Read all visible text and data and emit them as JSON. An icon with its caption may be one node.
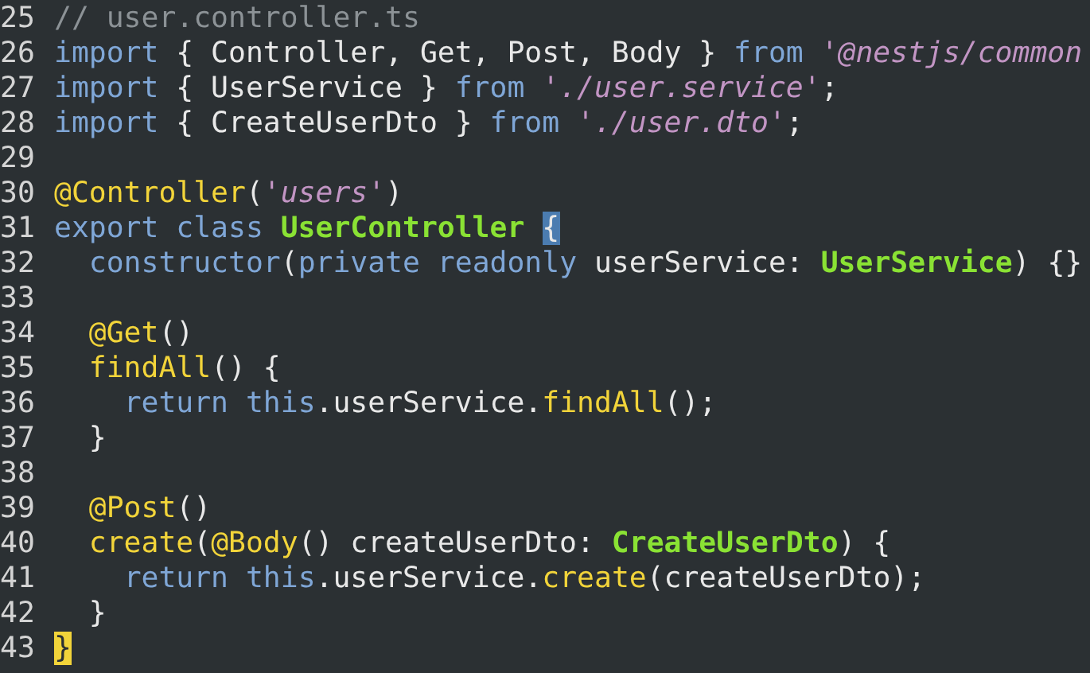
{
  "diagram": {
    "labels": [
      "25",
      "// user.controller.ts",
      "26",
      "import { Controller, Get, Post, Body } from '@nestjs/common",
      "27",
      "import { UserService } from './user.service';",
      "28",
      "import { CreateUserDto } from './user.dto';",
      "29",
      "30",
      "@Controller('users')",
      "31",
      "export class UserController {",
      "32",
      "  constructor(private readonly userService: UserService) {}",
      "33",
      "34",
      "  @Get()",
      "35",
      "  findAll() {",
      "36",
      "    return this.userService.findAll();",
      "37",
      "  }",
      "38",
      "39",
      "  @Post()",
      "40",
      "  create(@Body() createUserDto: CreateUserDto) {",
      "41",
      "    return this.userService.create(createUserDto);",
      "42",
      "  }",
      "43",
      "}"
    ]
  }
}
